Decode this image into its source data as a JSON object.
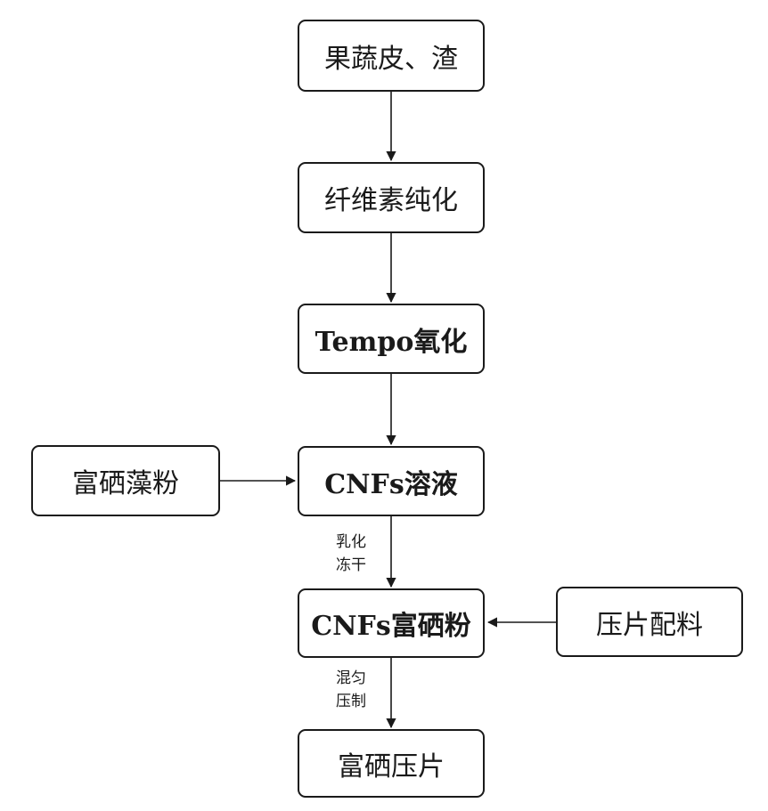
{
  "nodes": {
    "n1": "果蔬皮、渣",
    "n2": "纤维素纯化",
    "n3": "Tempo氧化",
    "n4": "CNFs溶液",
    "n5": "CNFs富硒粉",
    "n6": "富硒压片",
    "side_left": "富硒藻粉",
    "side_right": "压片配料"
  },
  "edge_labels": {
    "e45_line1": "乳化",
    "e45_line2": "冻干",
    "e56_line1": "混匀",
    "e56_line2": "压制"
  }
}
